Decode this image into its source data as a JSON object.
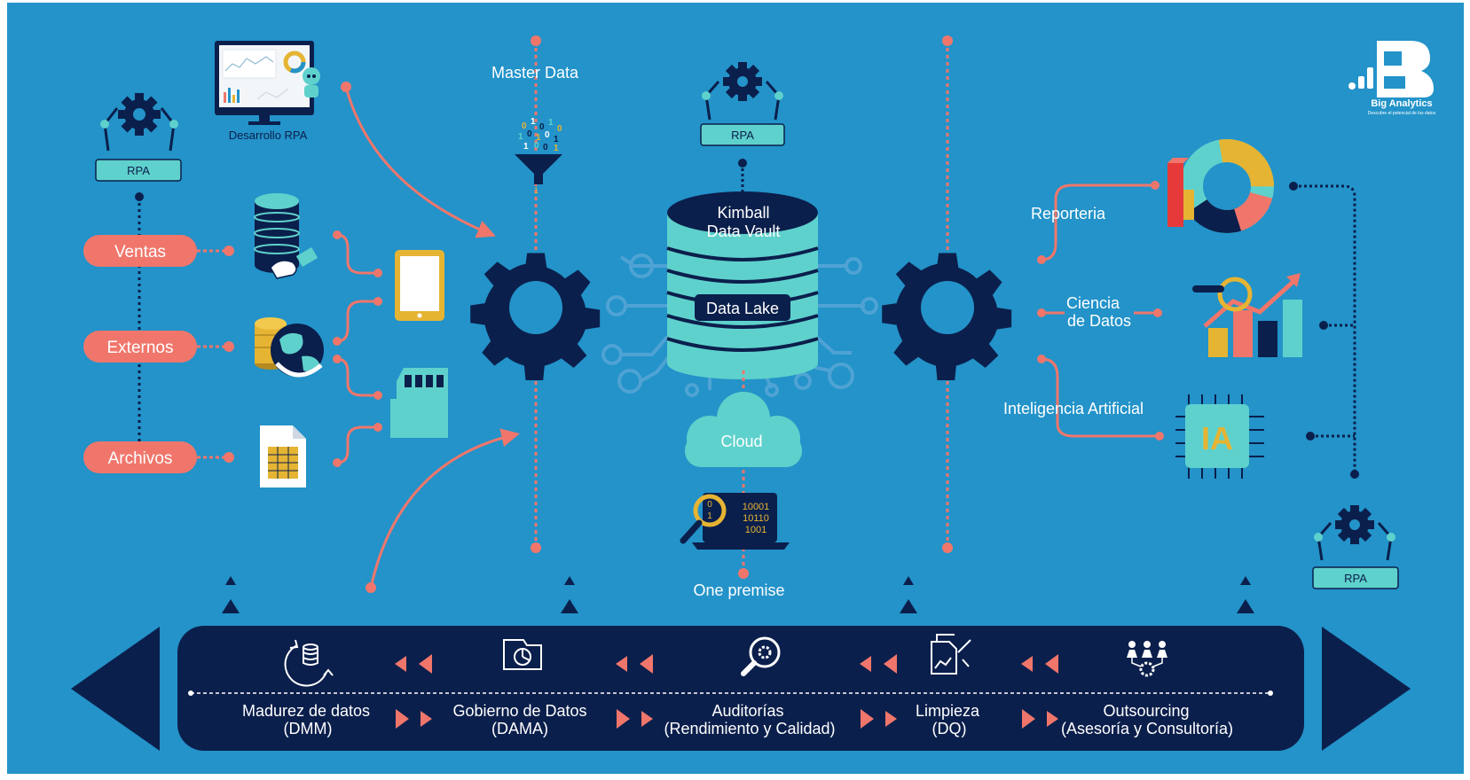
{
  "colors": {
    "background": "#2393c9",
    "navy": "#0b1f4c",
    "coral": "#f0766b",
    "teal": "#5fd1cc",
    "yellow": "#e6b433",
    "white": "#ffffff"
  },
  "brand": {
    "name": "Big Analytics",
    "tagline": "Descubre el potencial de los datos"
  },
  "robots": {
    "left": "RPA",
    "center": "RPA",
    "right": "RPA"
  },
  "desarrollo_rpa": "Desarrollo RPA",
  "sources": {
    "ventas": "Ventas",
    "externos": "Externos",
    "archivos": "Archivos"
  },
  "master_data": "Master Data",
  "database": {
    "line1": "Kimball",
    "line2": "Data Vault",
    "lake": "Data Lake"
  },
  "cloud": "Cloud",
  "one_premise": "One premise",
  "outputs": {
    "reporteria": "Reporteria",
    "ciencia_line1": "Ciencia",
    "ciencia_line2": "de Datos",
    "ia_label": "Inteligencia Artificial",
    "ia_chip": "IA"
  },
  "laptop_code": [
    "10001",
    "10110",
    "1001"
  ],
  "pipeline": {
    "steps": [
      {
        "line1": "Madurez de datos",
        "line2": "(DMM)",
        "icon": "database-refresh-icon"
      },
      {
        "line1": "Gobierno de Datos",
        "line2": "(DAMA)",
        "icon": "folder-chart-icon"
      },
      {
        "line1": "Auditorías",
        "line2": "(Rendimiento y Calidad)",
        "icon": "magnifier-gear-icon"
      },
      {
        "line1": "Limpieza",
        "line2": "(DQ)",
        "icon": "document-clean-icon"
      },
      {
        "line1": "Outsourcing",
        "line2": "(Asesoría y Consultoría)",
        "icon": "team-gear-icon"
      }
    ]
  }
}
